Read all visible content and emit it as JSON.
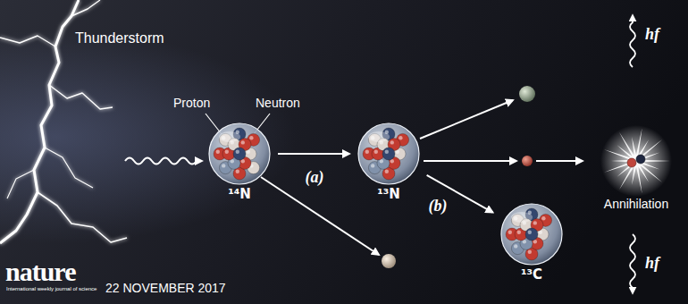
{
  "diagram": {
    "nodes": [
      {
        "text": [
          "¹⁴N"
        ]
      },
      {
        "text": [
          "¹³N"
        ]
      },
      {
        "text": [
          "¹³C"
        ]
      },
      {
        "text": [
          "Annihilation"
        ]
      }
    ],
    "edges": [
      {
        "from": 0,
        "to": 1,
        "arrow": "to",
        "label": "(a)"
      },
      {
        "from": 1,
        "to": 2,
        "arrow": "to",
        "label": "(b)"
      }
    ],
    "labels": [
      "Thunderstorm",
      "Proton",
      "Neutron",
      "hf",
      "hf",
      "nature",
      "International weekly journal of science",
      "22 NOVEMBER 2017"
    ]
  }
}
